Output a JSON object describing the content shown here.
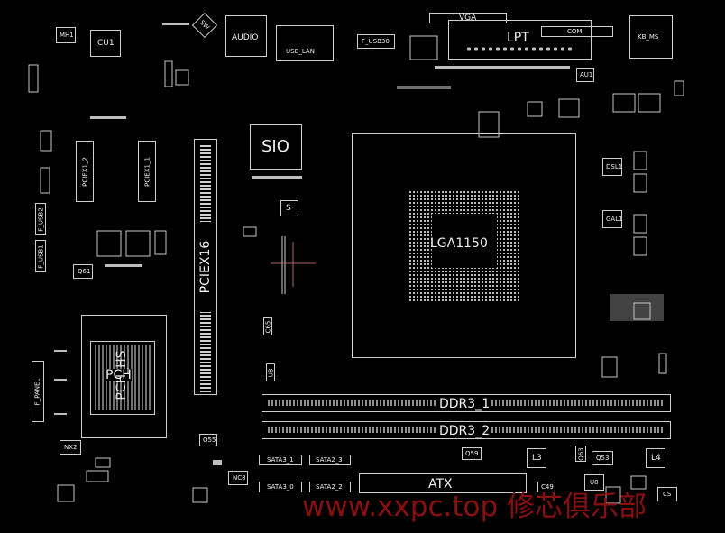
{
  "board": {
    "vga": "VGA",
    "lpt": "LPT",
    "com": "COM",
    "kb_ms": "KB_MS",
    "audio": "AUDIO",
    "usb_lan": "USB_LAN",
    "f_usb30": "F_USB30",
    "au1": "AU1",
    "mh1": "MH1",
    "cu1": "CU1",
    "sio": "SIO",
    "s": "S",
    "cpu": "LGA1150",
    "pciex1_2": "PCIEX1_2",
    "pciex1_1": "PCIEX1_1",
    "pciex16": "PCIEX16",
    "f_usb2": "F_USB2",
    "f_usb1": "F_USB1",
    "q61": "Q61",
    "pch": "PCH",
    "pch_hs": "PCH_HS",
    "f_panel": "F_PANEL",
    "nx2": "NX2",
    "q55": "Q55",
    "nc8": "NC8",
    "u8_left": "U8",
    "c65": "C65",
    "ddr3_1": "DDR3_1",
    "ddr3_2": "DDR3_2",
    "atx": "ATX",
    "sata3_1": "SATA3_1",
    "sata3_0": "SATA3_0",
    "sata2_3": "SATA2_3",
    "sata2_2": "SATA2_2",
    "q59": "Q59",
    "l3": "L3",
    "l4": "L4",
    "c49": "C49",
    "u8": "U8",
    "q53": "Q53",
    "q63": "Q63",
    "cs": "CS",
    "dsl1": "DSL1",
    "gal1": "GAL1",
    "sw": "SW"
  },
  "watermark": "www.xxpc.top 修芯俱乐部"
}
